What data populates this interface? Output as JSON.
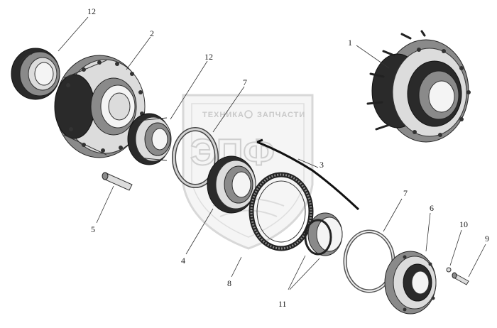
{
  "watermark": {
    "line1_left": "ТЕХНИКА",
    "line1_right": "ЗАПЧАСТИ",
    "big_letters": "ЭПФ"
  },
  "callouts": {
    "c12a": "12",
    "c2": "2",
    "c12b": "12",
    "c1": "1",
    "c7a": "7",
    "c3": "3",
    "c5": "5",
    "c4": "4",
    "c7b": "7",
    "c6": "6",
    "c10": "10",
    "c9": "9",
    "c8": "8",
    "c11": "11"
  }
}
